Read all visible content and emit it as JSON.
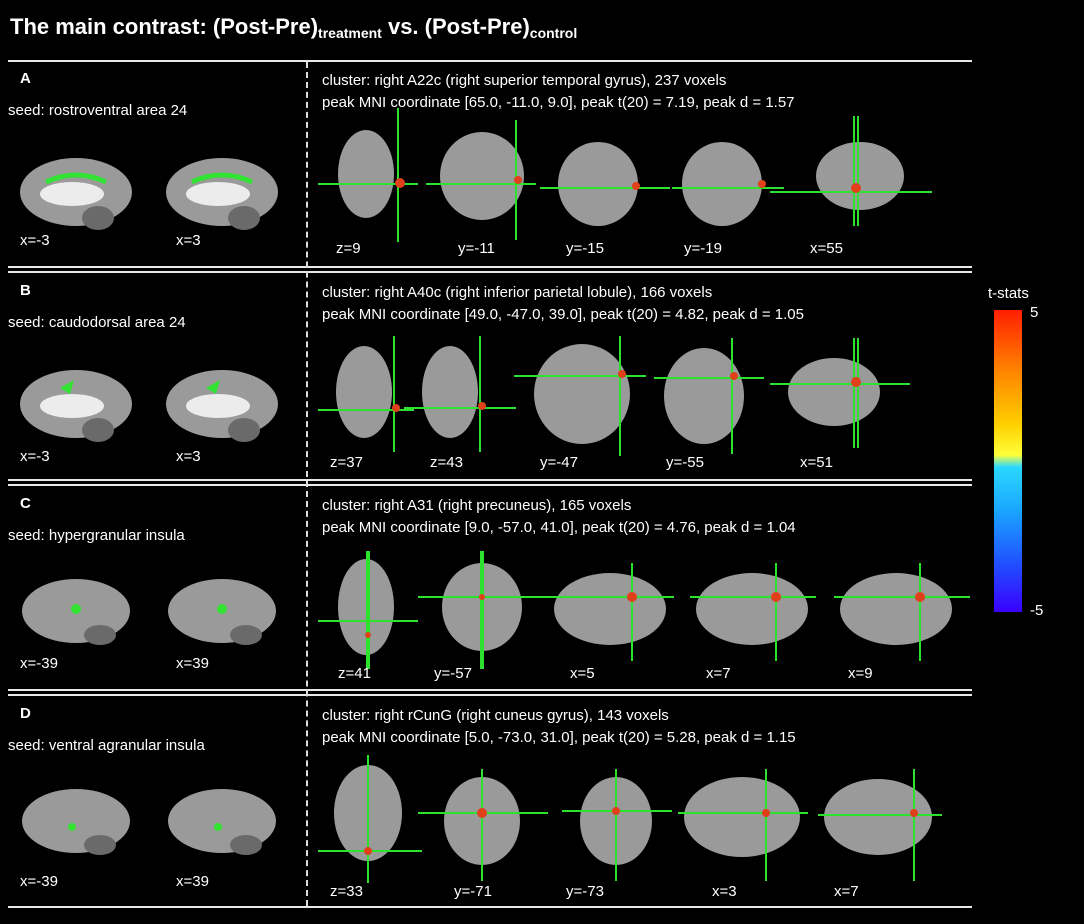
{
  "title": {
    "main": "The main contrast: (Post-Pre)",
    "sub1": "treatment",
    "mid": " vs. (Post-Pre)",
    "sub2": "control"
  },
  "colorbar": {
    "title": "t-stats",
    "max": "5",
    "min": "-5"
  },
  "panels": [
    {
      "letter": "A",
      "seed": "seed: rostroventral area 24",
      "seed_labels": [
        "x=-3",
        "x=3"
      ],
      "cluster_line1": "cluster: right A22c (right superior temporal gyrus), 237 voxels",
      "cluster_line2": "peak MNI coordinate [65.0, -11.0, 9.0], peak t(20) = 7.19, peak d = 1.57",
      "slice_labels": [
        "z=9",
        "y=-11",
        "y=-15",
        "y=-19",
        "x=55"
      ]
    },
    {
      "letter": "B",
      "seed": "seed: caudodorsal area 24",
      "seed_labels": [
        "x=-3",
        "x=3"
      ],
      "cluster_line1": "cluster: right A40c (right inferior parietal lobule), 166 voxels",
      "cluster_line2": "peak MNI coordinate [49.0, -47.0, 39.0], peak t(20) = 4.82, peak d = 1.05",
      "slice_labels": [
        "z=37",
        "z=43",
        "y=-47",
        "y=-55",
        "x=51"
      ]
    },
    {
      "letter": "C",
      "seed": "seed: hypergranular insula",
      "seed_labels": [
        "x=-39",
        "x=39"
      ],
      "cluster_line1": "cluster: right A31 (right precuneus), 165 voxels",
      "cluster_line2": "peak MNI coordinate [9.0, -57.0, 41.0], peak t(20) = 4.76, peak d = 1.04",
      "slice_labels": [
        "z=41",
        "y=-57",
        "x=5",
        "x=7",
        "x=9"
      ]
    },
    {
      "letter": "D",
      "seed": "seed: ventral agranular insula",
      "seed_labels": [
        "x=-39",
        "x=39"
      ],
      "cluster_line1": "cluster: right rCunG (right cuneus gyrus), 143 voxels",
      "cluster_line2": "peak MNI coordinate [5.0, -73.0, 31.0], peak t(20) = 5.28, peak d = 1.15",
      "slice_labels": [
        "z=33",
        "y=-71",
        "y=-73",
        "x=3",
        "x=7"
      ]
    }
  ]
}
